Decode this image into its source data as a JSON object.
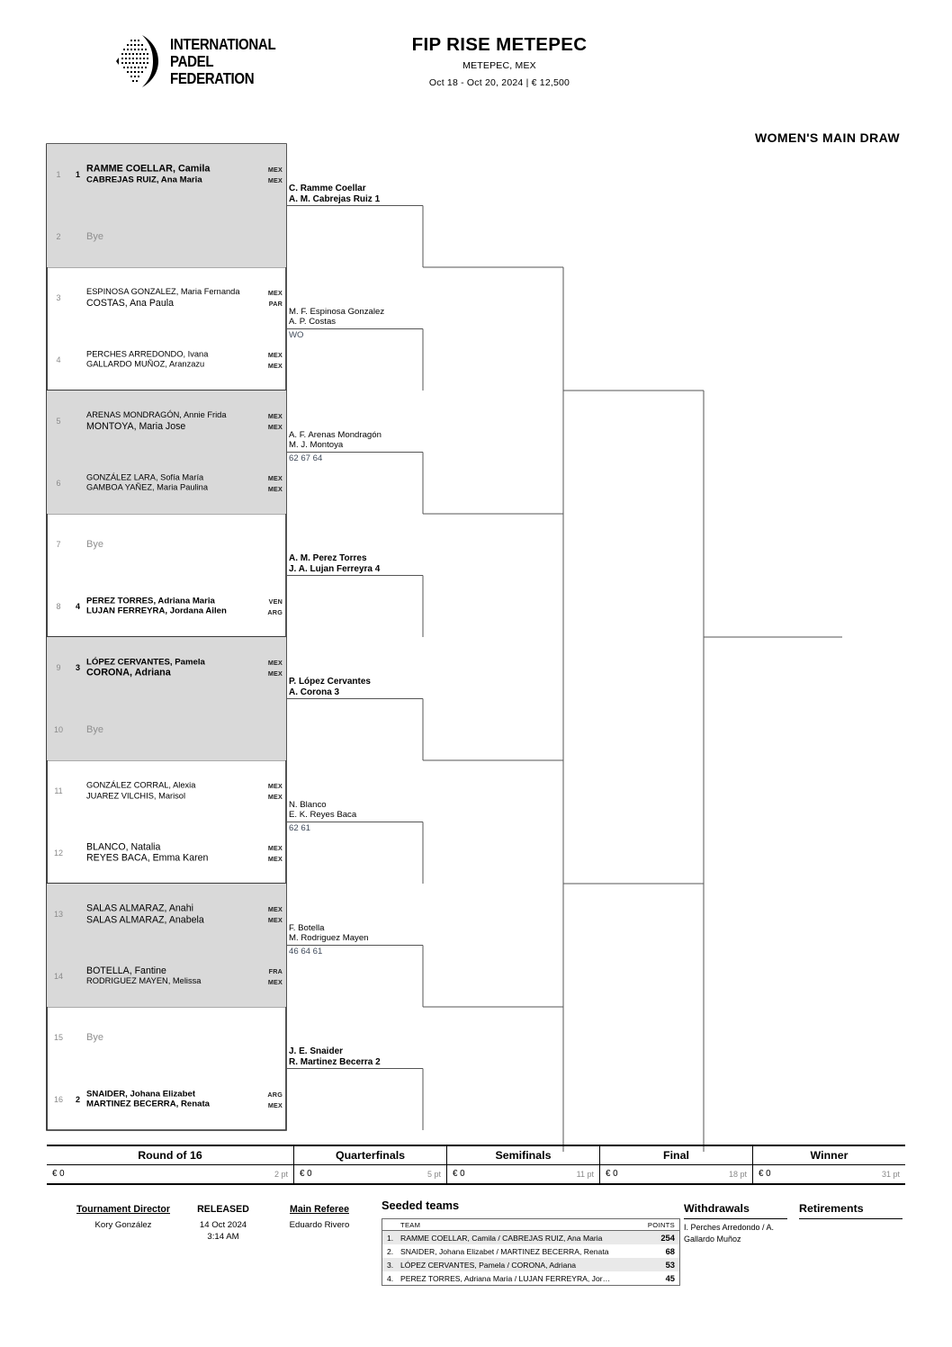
{
  "header": {
    "logo": {
      "icon": "ipf-padel-logo-icon",
      "line1": "INTERNATIONAL",
      "line2": "PADEL",
      "line3": "FEDERATION"
    },
    "tournament_title": "FIP RISE METEPEC",
    "location": "METEPEC, MEX",
    "dates_prize": "Oct 18 - Oct 20, 2024   |   € 12,500",
    "draw_label": "WOMEN'S MAIN DRAW"
  },
  "bracket": {
    "round1": [
      {
        "row": "1",
        "seed": "1",
        "bye": null,
        "shaded": true,
        "players": [
          {
            "name": "RAMME COELLAR, Camila",
            "country": "MEX",
            "style": "bigbold"
          },
          {
            "name": "CABREJAS RUIZ, Ana Maria",
            "country": "MEX",
            "style": "bold"
          }
        ]
      },
      {
        "row": "2",
        "seed": "",
        "bye": "Bye",
        "shaded": true,
        "players": []
      },
      {
        "row": "3",
        "seed": "",
        "bye": null,
        "shaded": false,
        "players": [
          {
            "name": "ESPINOSA GONZALEZ, Maria Fernanda",
            "country": "MEX",
            "style": "normal"
          },
          {
            "name": "COSTAS, Ana Paula",
            "country": "PAR",
            "style": "big"
          }
        ]
      },
      {
        "row": "4",
        "seed": "",
        "bye": null,
        "shaded": false,
        "players": [
          {
            "name": "PERCHES ARREDONDO, Ivana",
            "country": "MEX",
            "style": "normal"
          },
          {
            "name": "GALLARDO MUÑOZ, Aranzazu",
            "country": "MEX",
            "style": "normal"
          }
        ]
      },
      {
        "row": "5",
        "seed": "",
        "bye": null,
        "shaded": true,
        "players": [
          {
            "name": "ARENAS MONDRAGÓN, Annie Frida",
            "country": "MEX",
            "style": "normal"
          },
          {
            "name": "MONTOYA, Maria Jose",
            "country": "MEX",
            "style": "big"
          }
        ]
      },
      {
        "row": "6",
        "seed": "",
        "bye": null,
        "shaded": true,
        "players": [
          {
            "name": "GONZÁLEZ LARA, Sofía María",
            "country": "MEX",
            "style": "normal"
          },
          {
            "name": "GAMBOA YAÑEZ, Maria Paulina",
            "country": "MEX",
            "style": "normal"
          }
        ]
      },
      {
        "row": "7",
        "seed": "",
        "bye": "Bye",
        "shaded": false,
        "players": []
      },
      {
        "row": "8",
        "seed": "4",
        "bye": null,
        "shaded": false,
        "players": [
          {
            "name": "PEREZ TORRES, Adriana Maria",
            "country": "VEN",
            "style": "bold"
          },
          {
            "name": "LUJAN FERREYRA, Jordana Ailen",
            "country": "ARG",
            "style": "bold"
          }
        ]
      },
      {
        "row": "9",
        "seed": "3",
        "bye": null,
        "shaded": true,
        "players": [
          {
            "name": "LÓPEZ CERVANTES, Pamela",
            "country": "MEX",
            "style": "bold"
          },
          {
            "name": "CORONA, Adriana",
            "country": "MEX",
            "style": "bigbold"
          }
        ]
      },
      {
        "row": "10",
        "seed": "",
        "bye": "Bye",
        "shaded": true,
        "players": []
      },
      {
        "row": "11",
        "seed": "",
        "bye": null,
        "shaded": false,
        "players": [
          {
            "name": "GONZÁLEZ CORRAL, Alexia",
            "country": "MEX",
            "style": "normal"
          },
          {
            "name": "JUAREZ VILCHIS, Marisol",
            "country": "MEX",
            "style": "normal"
          }
        ]
      },
      {
        "row": "12",
        "seed": "",
        "bye": null,
        "shaded": false,
        "players": [
          {
            "name": "BLANCO, Natalia",
            "country": "MEX",
            "style": "big"
          },
          {
            "name": "REYES BACA, Emma Karen",
            "country": "MEX",
            "style": "big"
          }
        ]
      },
      {
        "row": "13",
        "seed": "",
        "bye": null,
        "shaded": true,
        "players": [
          {
            "name": "SALAS ALMARAZ, Anahi",
            "country": "MEX",
            "style": "big"
          },
          {
            "name": "SALAS ALMARAZ, Anabela",
            "country": "MEX",
            "style": "big"
          }
        ]
      },
      {
        "row": "14",
        "seed": "",
        "bye": null,
        "shaded": true,
        "players": [
          {
            "name": "BOTELLA, Fantine",
            "country": "FRA",
            "style": "big"
          },
          {
            "name": "RODRIGUEZ MAYEN, Melissa",
            "country": "MEX",
            "style": "normal"
          }
        ]
      },
      {
        "row": "15",
        "seed": "",
        "bye": "Bye",
        "shaded": false,
        "players": []
      },
      {
        "row": "16",
        "seed": "2",
        "bye": null,
        "shaded": false,
        "players": [
          {
            "name": "SNAIDER, Johana Elizabet",
            "country": "ARG",
            "style": "bold"
          },
          {
            "name": "MARTINEZ BECERRA, Renata",
            "country": "MEX",
            "style": "bold"
          }
        ]
      }
    ],
    "round2": [
      {
        "line1": "C. Ramme Coellar",
        "line2": "A. M. Cabrejas Ruiz  1",
        "bold": true,
        "score": ""
      },
      {
        "line1": "M. F. Espinosa Gonzalez",
        "line2": "A. P. Costas",
        "bold": false,
        "score": "WO"
      },
      {
        "line1": "A. F. Arenas Mondragón",
        "line2": "M. J. Montoya",
        "bold": false,
        "score": "62 67 64"
      },
      {
        "line1": "A. M. Perez Torres",
        "line2": "J. A. Lujan Ferreyra  4",
        "bold": true,
        "score": ""
      },
      {
        "line1": "P. López Cervantes",
        "line2": "A. Corona  3",
        "bold": true,
        "score": ""
      },
      {
        "line1": "N. Blanco",
        "line2": "E. K. Reyes Baca",
        "bold": false,
        "score": "62 61"
      },
      {
        "line1": "F. Botella",
        "line2": "M. Rodriguez Mayen",
        "bold": false,
        "score": "46 64 61"
      },
      {
        "line1": "J. E. Snaider",
        "line2": "R. Martinez Becerra  2",
        "bold": true,
        "score": ""
      }
    ]
  },
  "prize_table": {
    "columns": [
      {
        "round": "Round of 16",
        "money": "€ 0",
        "points": "2 pt"
      },
      {
        "round": "Quarterfinals",
        "money": "€ 0",
        "points": "5 pt"
      },
      {
        "round": "Semifinals",
        "money": "€ 0",
        "points": "11 pt"
      },
      {
        "round": "Final",
        "money": "€ 0",
        "points": "18 pt"
      },
      {
        "round": "Winner",
        "money": "€ 0",
        "points": "31 pt"
      }
    ]
  },
  "footer": {
    "tournament_director": {
      "label": "Tournament Director",
      "value": "Kory González"
    },
    "released": {
      "label": "RELEASED",
      "value_date": "14 Oct 2024",
      "value_time": "3:14 AM"
    },
    "main_referee": {
      "label": "Main Referee",
      "value": "Eduardo Rivero"
    },
    "seeded": {
      "title": "Seeded teams",
      "col_team": "TEAM",
      "col_points": "POINTS",
      "rows": [
        {
          "rank": "1.",
          "team": "RAMME COELLAR, Camila / CABREJAS RUIZ, Ana Maria",
          "points": "254"
        },
        {
          "rank": "2.",
          "team": "SNAIDER, Johana Elizabet / MARTINEZ BECERRA, Renata",
          "points": "68"
        },
        {
          "rank": "3.",
          "team": "LÓPEZ CERVANTES, Pamela / CORONA, Adriana",
          "points": "53"
        },
        {
          "rank": "4.",
          "team": "PEREZ TORRES, Adriana Maria / LUJAN FERREYRA, Jor…",
          "points": "45"
        }
      ]
    },
    "withdrawals": {
      "title": "Withdrawals",
      "items": [
        "I. Perches Arredondo / A.",
        "Gallardo Muñoz"
      ]
    },
    "retirements": {
      "title": "Retirements",
      "items": []
    }
  }
}
